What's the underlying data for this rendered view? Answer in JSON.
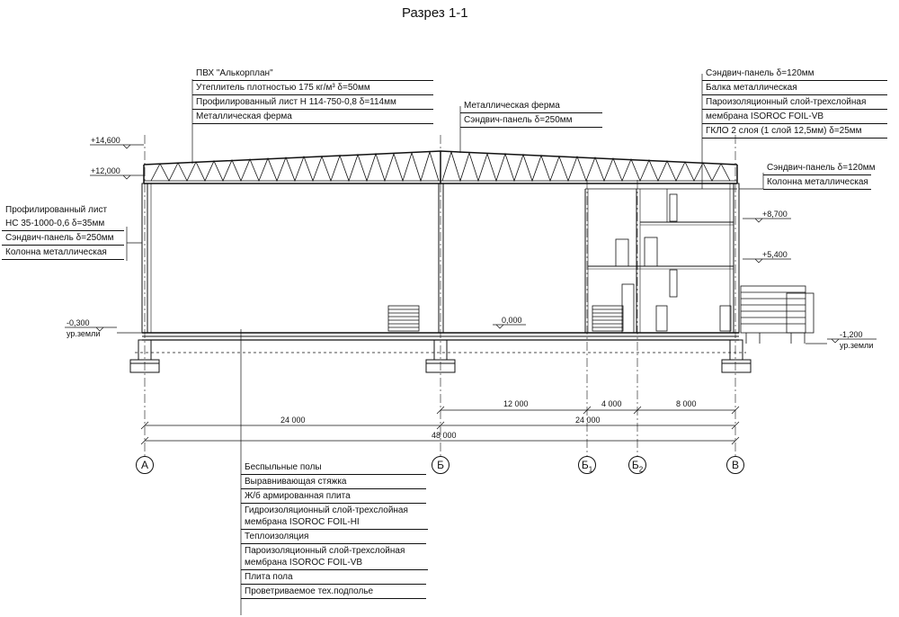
{
  "title": "Разрез 1-1",
  "roof_left_callout": [
    "ПВХ \"Алькорплан\"",
    "Утеплитель плотностью 175 кг/м³ δ=50мм",
    "Профилированный лист   Н 114-750-0,8 δ=114мм",
    "Металлическая ферма"
  ],
  "roof_mid_callout": [
    "Металлическая ферма",
    "Сэндвич-панель δ=250мм"
  ],
  "roof_right_callout": [
    "Сэндвич-панель δ=120мм",
    "Балка металлическая",
    "Пароизоляционный слой-трехслойная",
    "мембрана ISOROC FOIL-VB",
    "ГКЛО 2 слоя (1 слой 12,5мм) δ=25мм"
  ],
  "wall_right_callout": [
    "Сэндвич-панель δ=120мм",
    "Колонна металлическая"
  ],
  "wall_left_callout": [
    "Профилированный лист",
    "НС 35-1000-0,6 δ=35мм",
    "Сэндвич-панель δ=250мм",
    "Колонна металлическая"
  ],
  "floor_callout": [
    "Беспыльные полы",
    "Выравнивающая стяжка",
    "Ж/б армированная плита",
    "Гидроизоляционный слой-трехслойная мембрана ISOROC FOIL-HI",
    "Теплоизоляция",
    "Пароизоляционный слой-трехслойная мембрана ISOROC FOIL-VB",
    "Плита пола",
    "Проветриваемое тех.подполье"
  ],
  "elevations": {
    "top": "+14,600",
    "eave": "+12,000",
    "floor3": "+8,700",
    "floor2": "+5,400",
    "ground_left": "-0,300",
    "ground_left_note": "ур.земли",
    "floor0": "0,000",
    "ground_right": "-1,200",
    "ground_right_note": "ур.земли"
  },
  "dimensions": {
    "d12000": "12 000",
    "d4000": "4 000",
    "d8000": "8 000",
    "d24000_left": "24 000",
    "d24000_right": "24 000",
    "d48000": "48 000"
  },
  "axes": {
    "a": "А",
    "b": "Б",
    "b1": "Б",
    "b1_sub": "1",
    "b2": "Б",
    "b2_sub": "2",
    "v": "В"
  }
}
